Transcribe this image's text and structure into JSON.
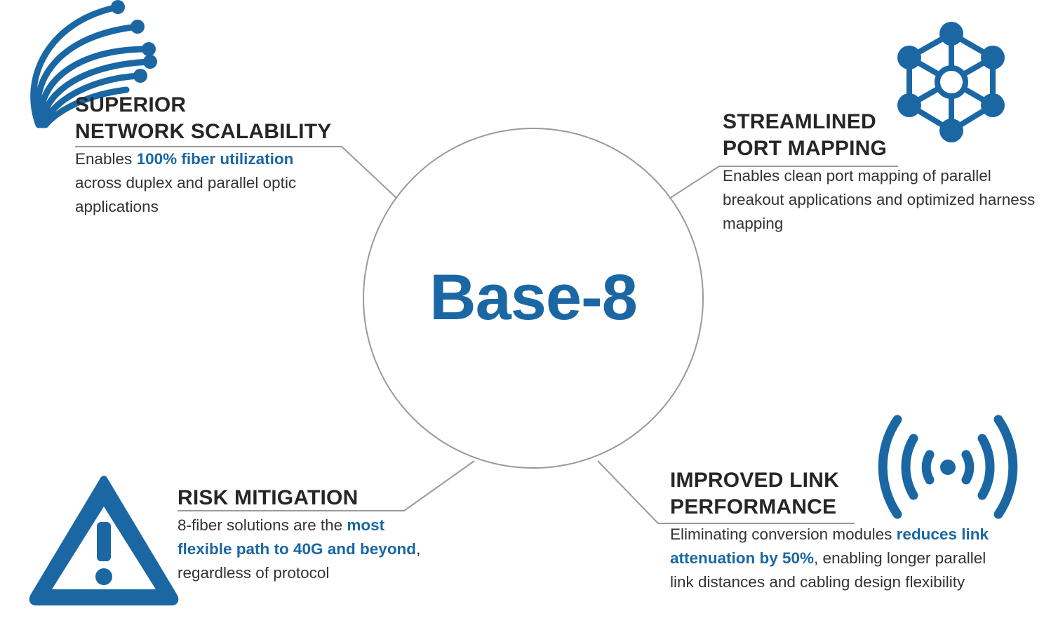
{
  "center": {
    "label": "Base-8"
  },
  "colors": {
    "accent": "#1a67a4",
    "line": "#9a9a9a",
    "text": "#333333"
  },
  "features": {
    "scalability": {
      "icon": "fiber-strands-icon",
      "title_line1": "SUPERIOR",
      "title_line2": "NETWORK SCALABILITY",
      "desc_pre": "Enables ",
      "desc_hl": "100% fiber utilization",
      "desc_post": " across duplex and parallel optic applications"
    },
    "port_mapping": {
      "icon": "network-hub-icon",
      "title_line1": "STREAMLINED",
      "title_line2": "PORT MAPPING",
      "desc": "Enables clean port mapping of parallel breakout applications and optimized harness mapping"
    },
    "risk": {
      "icon": "warning-triangle-icon",
      "title": "RISK MITIGATION",
      "desc_pre": "8-fiber solutions are the ",
      "desc_hl": "most flexible path to 40G and beyond",
      "desc_post": ", regardless of protocol"
    },
    "link_performance": {
      "icon": "signal-broadcast-icon",
      "title_line1": "IMPROVED LINK",
      "title_line2": "PERFORMANCE",
      "desc_pre": "Eliminating conversion modules ",
      "desc_hl": "reduces link attenuation by 50%",
      "desc_post": ", enabling longer parallel link distances and cabling design flexibility"
    }
  }
}
